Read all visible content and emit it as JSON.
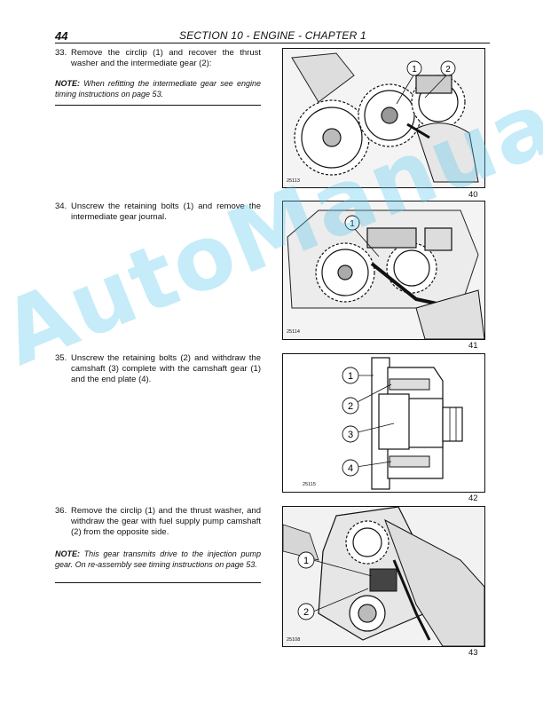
{
  "header": {
    "page_number": "44",
    "section": "SECTION 10 - ENGINE - CHAPTER 1"
  },
  "steps": [
    {
      "number": "33.",
      "text": "Remove the circlip (1) and recover the thrust washer and the intermediate gear (2):",
      "note_label": "NOTE:",
      "note": "When refitting the intermediate gear see engine timing instructions on page 53."
    },
    {
      "number": "34.",
      "text": "Unscrew the retaining bolts (1) and remove the intermediate gear journal."
    },
    {
      "number": "35.",
      "text": "Unscrew the retaining bolts (2) and withdraw the camshaft (3) complete with the camshaft gear (1) and the end plate (4)."
    },
    {
      "number": "36.",
      "text": "Remove the circlip (1) and the thrust washer, and withdraw the gear with fuel supply pump camshaft (2) from the opposite side.",
      "note_label": "NOTE:",
      "note": "This gear transmits drive to the injection pump gear. On re-assembly see timing instructions on page 53."
    }
  ],
  "figures": [
    {
      "code": "25113",
      "label": "40",
      "callouts": [
        "1",
        "2"
      ]
    },
    {
      "code": "25114",
      "label": "41",
      "callouts": [
        "1"
      ]
    },
    {
      "code": "25115",
      "label": "42",
      "callouts": [
        "1",
        "2",
        "3",
        "4"
      ]
    },
    {
      "code": "25108",
      "label": "43",
      "callouts": [
        "1",
        "2"
      ]
    }
  ],
  "watermark": "AutoManual"
}
